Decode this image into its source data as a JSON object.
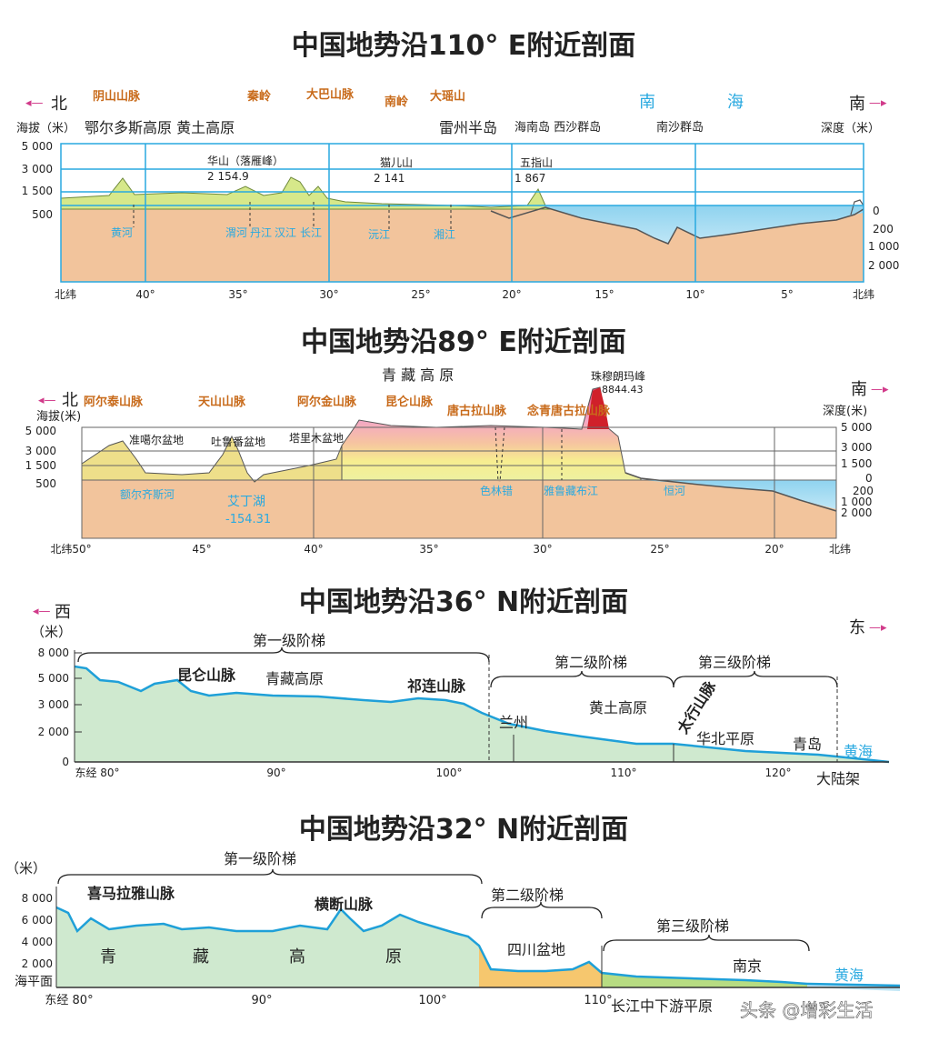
{
  "p1": {
    "title": "中国地势沿110° E附近剖面",
    "dir_left": "北",
    "dir_right": "南",
    "alt_label": "海拔（米）",
    "depth_label": "深度（米）",
    "alt_ticks": [
      "5 000",
      "3 000",
      "1 500",
      "500"
    ],
    "depth_ticks": [
      "0",
      "200",
      "1 000",
      "2 000"
    ],
    "mountains": [
      "阴山山脉",
      "秦岭",
      "大巴山脉",
      "南岭",
      "大瑶山"
    ],
    "sea_labels": [
      "南",
      "海"
    ],
    "regions": [
      "鄂尔多斯高原 黄土高原",
      "雷州半岛",
      "海南岛 西沙群岛",
      "南沙群岛"
    ],
    "peaks": [
      "华山（落雁峰）",
      "2 154.9",
      "猫儿山",
      "2 141",
      "五指山",
      "1 867"
    ],
    "rivers": [
      "黄河",
      "渭河",
      "丹江",
      "汉江",
      "长江",
      "沅江",
      "湘江"
    ],
    "lat_ticks": [
      "北纬",
      "40°",
      "35°",
      "30°",
      "25°",
      "20°",
      "15°",
      "10°",
      "5°",
      "北纬"
    ]
  },
  "p2": {
    "title": "中国地势沿89° E附近剖面",
    "dir_left": "北",
    "dir_right": "南",
    "alt_label": "海拔(米)",
    "depth_label": "深度(米)",
    "alt_ticks": [
      "5 000",
      "3 000",
      "1 500",
      "500"
    ],
    "right_ticks": [
      "5 000",
      "3 000",
      "1 500",
      "0",
      "200",
      "1 000",
      "2 000"
    ],
    "plateau": "青 藏 高 原",
    "peak": [
      "珠穆朗玛峰",
      "8844.43"
    ],
    "mountains": [
      "阿尔泰山脉",
      "天山山脉",
      "阿尔金山脉",
      "昆仑山脉",
      "唐古拉山脉",
      "念青唐古拉山脉"
    ],
    "basins": [
      "准噶尔盆地",
      "吐鲁番盆地",
      "塔里木盆地"
    ],
    "rivers": [
      "额尔齐斯河",
      "色林错",
      "雅鲁藏布江",
      "恒河"
    ],
    "lake": [
      "艾丁湖",
      "-154.31"
    ],
    "lat_ticks": [
      "北纬50°",
      "45°",
      "40°",
      "35°",
      "30°",
      "25°",
      "20°",
      "北纬"
    ]
  },
  "p3": {
    "title": "中国地势沿36° N附近剖面",
    "dir_left": "西",
    "dir_right": "东",
    "unit": "（米）",
    "alt_ticks": [
      "8 000",
      "5 000",
      "3 000",
      "2 000",
      "0"
    ],
    "steps": [
      "第一级阶梯",
      "第二级阶梯",
      "第三级阶梯"
    ],
    "features": [
      "昆仑山脉",
      "青藏高原",
      "祁连山脉",
      "兰州",
      "黄土高原",
      "太行山脉",
      "华北平原",
      "青岛",
      "黄海",
      "大陆架"
    ],
    "lon_ticks": [
      "东经 80°",
      "90°",
      "100°",
      "110°",
      "120°"
    ]
  },
  "p4": {
    "title": "中国地势沿32° N附近剖面",
    "unit": "（米）",
    "alt_ticks": [
      "8 000",
      "6 000",
      "4 000",
      "2 000",
      "海平面"
    ],
    "steps": [
      "第一级阶梯",
      "第二级阶梯",
      "第三级阶梯"
    ],
    "features": [
      "喜马拉雅山脉",
      "横断山脉",
      "四川盆地",
      "南京",
      "黄海",
      "长江中下游平原"
    ],
    "plateau_chars": [
      "青",
      "藏",
      "高",
      "原"
    ],
    "lon_ticks": [
      "东经 80°",
      "90°",
      "100°",
      "110°"
    ]
  },
  "watermark": "头条 @增彩生活"
}
